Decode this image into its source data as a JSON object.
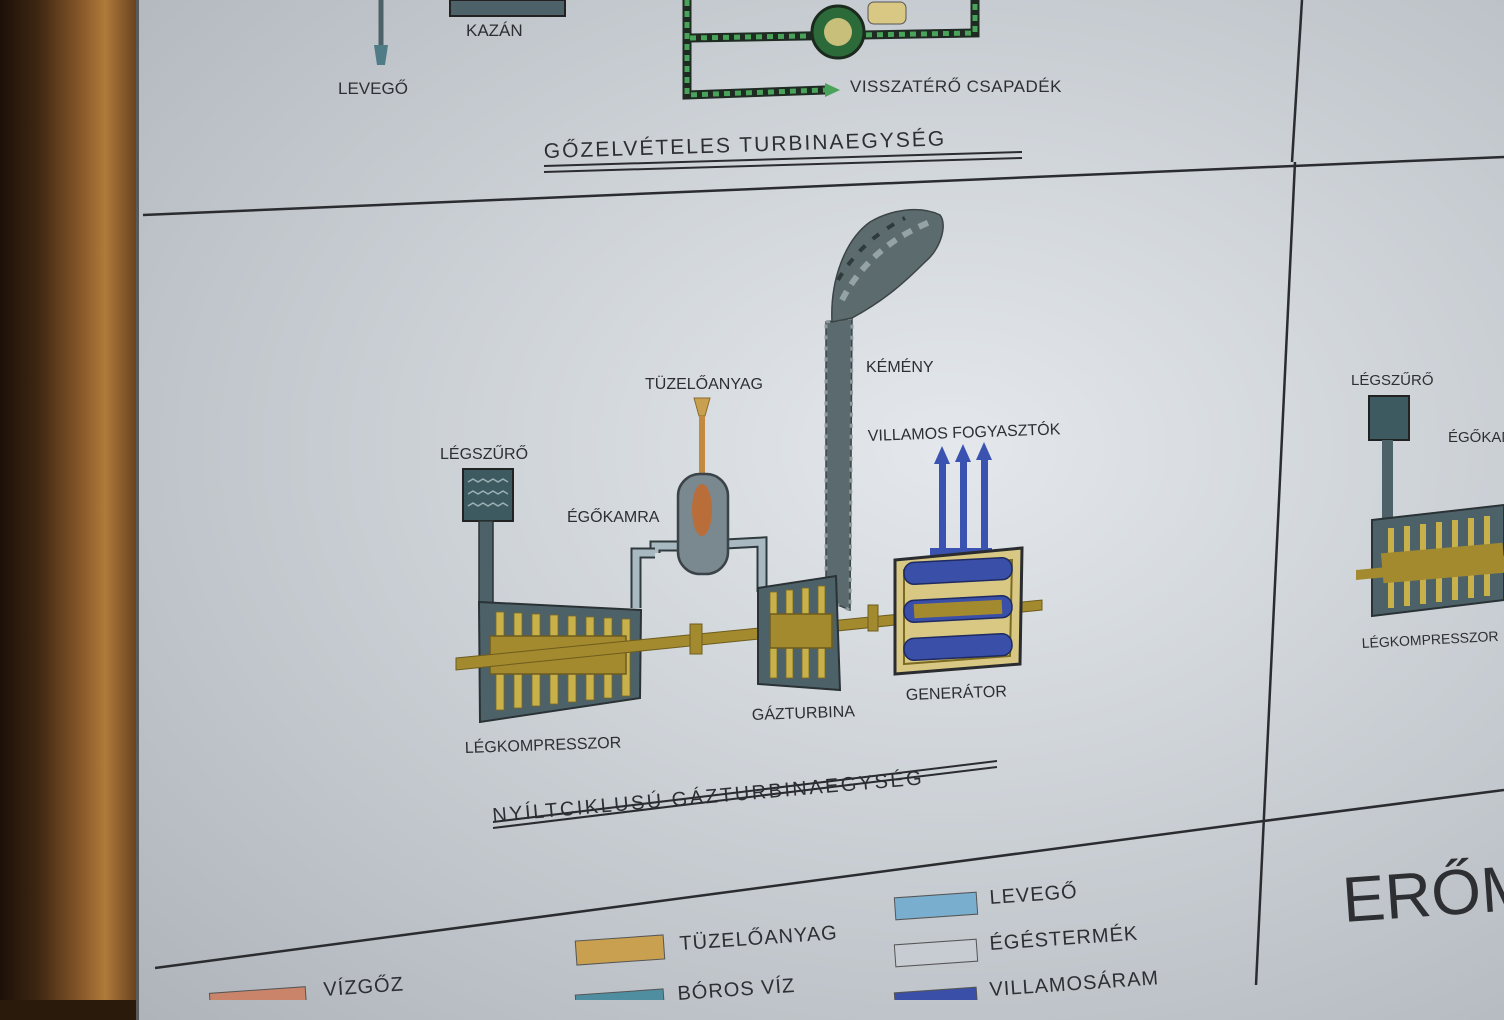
{
  "top_section": {
    "kazan": "KAZÁN",
    "levego": "LEVEGŐ",
    "visszatero": "VISSZATÉRŐ CSAPADÉK",
    "title": "GŐZELVÉTELES TURBINAEGYSÉG"
  },
  "middle_section": {
    "tuzeloanyag": "TÜZELŐANYAG",
    "kemeny": "KÉMÉNY",
    "villamos": "VILLAMOS FOGYASZTÓK",
    "legszuro": "LÉGSZŰRŐ",
    "egokamra": "ÉGŐKAMRA",
    "legkompresszor": "LÉGKOMPRESSZOR",
    "gazturbina": "GÁZTURBINA",
    "generator": "GENERÁTOR",
    "title": "NYÍLTCIKLUSÚ GÁZTURBINAEGYSÉG"
  },
  "right_section": {
    "legszuro": "LÉGSZŰRŐ",
    "egokamra_partial": "ÉGŐKAM",
    "legkompresszor": "LÉGKOMPRESSZOR",
    "big_title_partial": "ERŐMŰ"
  },
  "legend": [
    {
      "label": "VÍZGŐZ",
      "color": "#c9846a"
    },
    {
      "label": "TÜZELŐANYAG",
      "color": "#c9a050"
    },
    {
      "label": "BÓROS VÍZ",
      "color": "#4f8ea0"
    },
    {
      "label": "LEVEGŐ",
      "color": "#7aaecf"
    },
    {
      "label": "ÉGÉSTERMÉK",
      "color": "#c6ccd2"
    },
    {
      "label": "VILLAMOSÁRAM",
      "color": "#3a4fa8"
    }
  ],
  "colors": {
    "machine_gray": "#4d6268",
    "shaft_gold": "#a38a2e",
    "blade_gold": "#c8b04a",
    "electric_blue": "#3a53b0",
    "chimney_gray": "#5a6a6e"
  }
}
